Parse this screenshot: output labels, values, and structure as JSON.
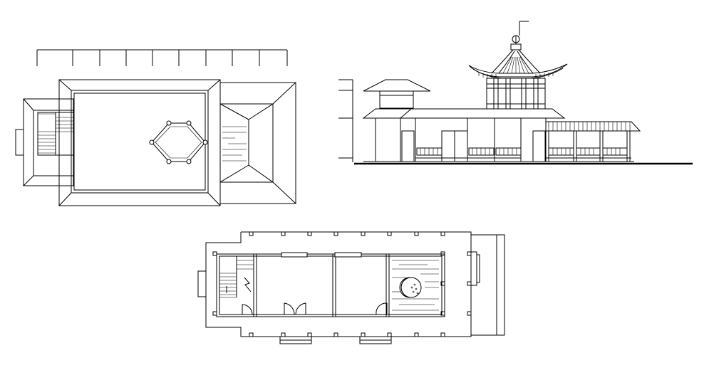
{
  "drawing": {
    "background_color": "#ffffff",
    "line_color": "#000000",
    "views": [
      {
        "id": "roof-plan",
        "kind": "roof plan"
      },
      {
        "id": "front-elevation",
        "kind": "front elevation"
      },
      {
        "id": "floor-plan",
        "kind": "floor plan"
      }
    ]
  }
}
